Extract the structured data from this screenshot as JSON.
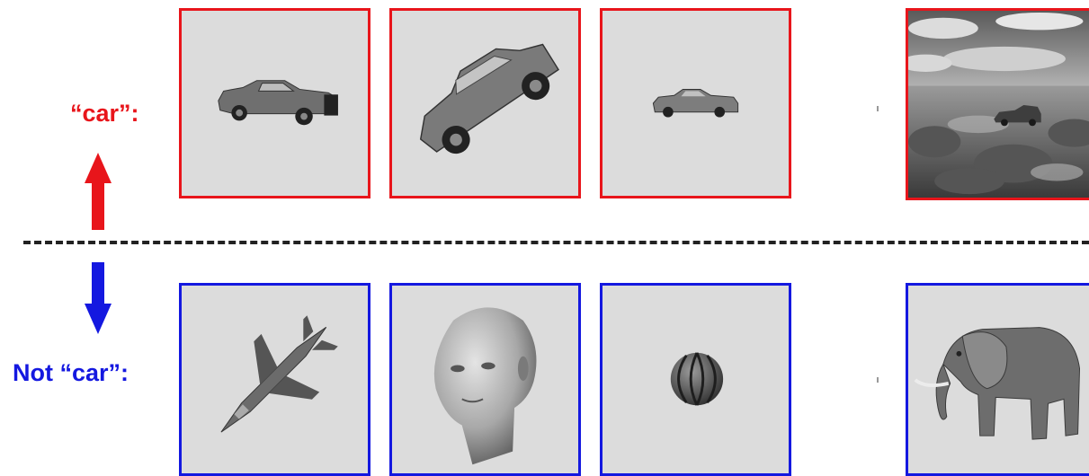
{
  "labels": {
    "positive": "“car”:",
    "negative": "Not “car”:"
  },
  "colors": {
    "positive": "#e8151b",
    "negative": "#1418e0",
    "divider": "#222222",
    "thumb_bg": "#dcdcdc"
  },
  "rows": {
    "positive": [
      {
        "subject": "car-side-view"
      },
      {
        "subject": "car-tilted"
      },
      {
        "subject": "car-small-centered"
      },
      {
        "subject": "car-on-natural-background"
      }
    ],
    "negative": [
      {
        "subject": "fighter-jet"
      },
      {
        "subject": "human-head"
      },
      {
        "subject": "watermelon"
      },
      {
        "subject": "elephant"
      }
    ]
  }
}
